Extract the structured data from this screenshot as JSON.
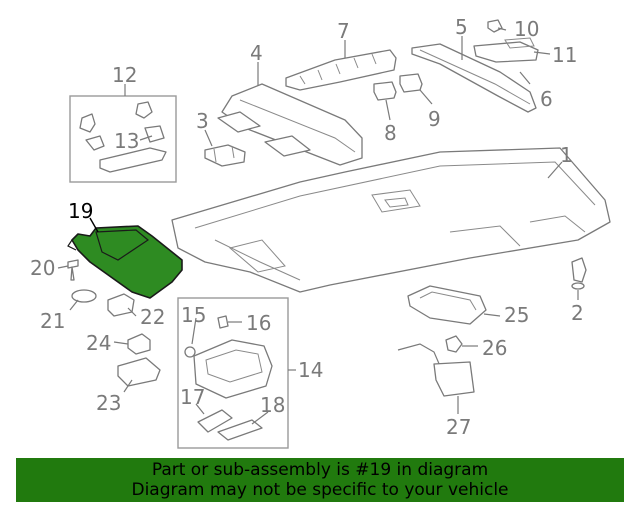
{
  "callouts": {
    "c1": "1",
    "c2": "2",
    "c3": "3",
    "c4": "4",
    "c5": "5",
    "c6": "6",
    "c7": "7",
    "c8": "8",
    "c9": "9",
    "c10": "10",
    "c11": "11",
    "c12": "12",
    "c13": "13",
    "c14": "14",
    "c15": "15",
    "c16": "16",
    "c17": "17",
    "c18": "18",
    "c19": "19",
    "c20": "20",
    "c21": "21",
    "c22": "22",
    "c23": "23",
    "c24": "24",
    "c25": "25",
    "c26": "26",
    "c27": "27"
  },
  "highlight": {
    "part": "19",
    "color": "#2e8b22"
  },
  "banner": {
    "line1": "Part or sub-assembly is #19 in diagram",
    "line2": "Diagram may not be specific to your vehicle",
    "background": "#217a0e"
  }
}
